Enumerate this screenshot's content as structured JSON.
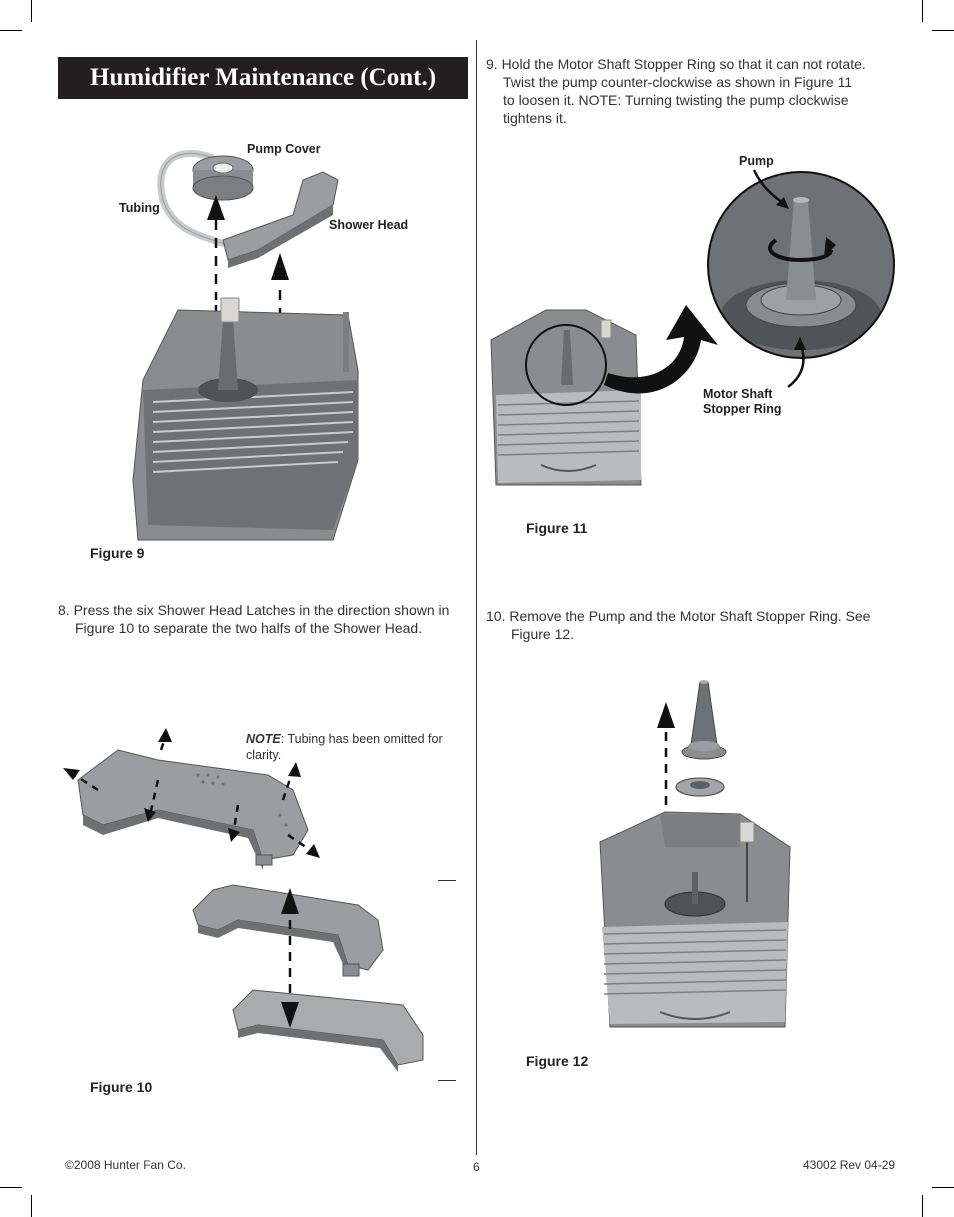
{
  "header": {
    "title": "Humidifier Maintenance (Cont.)"
  },
  "figure9": {
    "caption": "Figure 9",
    "labels": {
      "pump_cover": "Pump Cover",
      "tubing": "Tubing",
      "shower_head": "Shower Head"
    }
  },
  "step8": {
    "line1": "8. Press the six Shower Head Latches in the direction shown in",
    "line2": "Figure 10 to separate the two halfs of the Shower Head."
  },
  "figure10": {
    "caption": "Figure 10",
    "note_label": "NOTE",
    "note_text": ": Tubing has been omitted for",
    "note_text2": "clarity."
  },
  "step9": {
    "line1": "9. Hold the Motor Shaft Stopper Ring so that it can not rotate.",
    "line2": "Twist the pump counter-clockwise as shown in Figure 11",
    "line3": "to loosen it. NOTE: Turning twisting the pump clockwise",
    "line4": "tightens it."
  },
  "figure11": {
    "caption": "Figure 11",
    "labels": {
      "pump": "Pump",
      "ring_line1": "Motor Shaft",
      "ring_line2": "Stopper Ring"
    }
  },
  "step10": {
    "line1": "10. Remove the Pump and the Motor Shaft Stopper Ring. See",
    "line2": "Figure 12."
  },
  "figure12": {
    "caption": "Figure 12"
  },
  "footer": {
    "copyright": "©2008 Hunter Fan Co.",
    "page": "6",
    "doc": "43002 Rev 04-29"
  },
  "colors": {
    "title_bg": "#231f20",
    "part_gray": "#8a8c8f",
    "dark_gray": "#5a5c60"
  }
}
